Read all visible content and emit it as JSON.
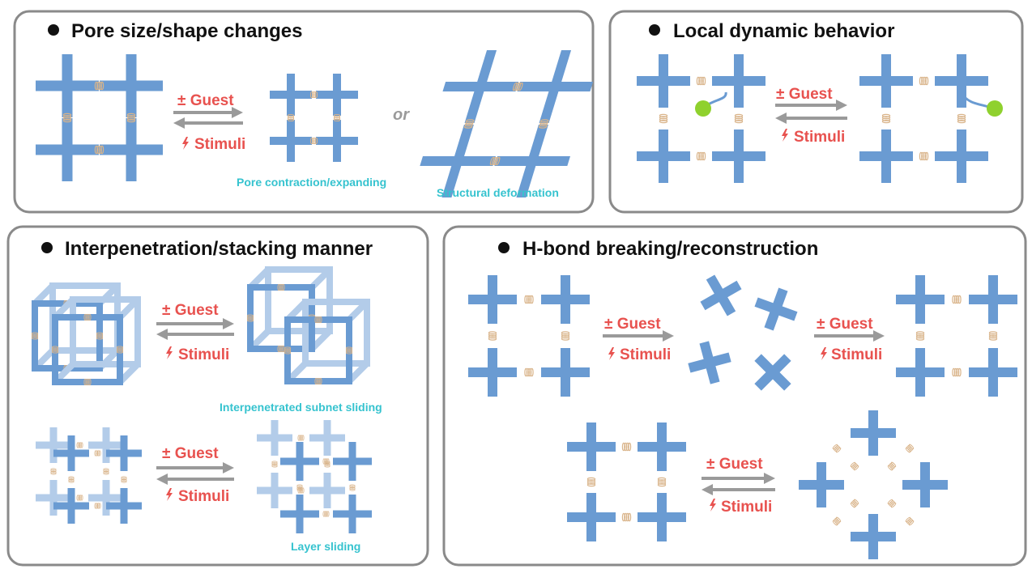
{
  "panels": {
    "pore": {
      "title": "Pore size/shape changes",
      "guest": "± Guest",
      "stimuli": "Stimuli",
      "or": "or",
      "caption_contraction": "Pore contraction/expanding",
      "caption_deformation": "Structural deformation"
    },
    "local": {
      "title": "Local dynamic behavior",
      "guest": "± Guest",
      "stimuli": "Stimuli"
    },
    "interpen": {
      "title": "Interpenetration/stacking manner",
      "guest_top": "± Guest",
      "stimuli_top": "Stimuli",
      "caption_subnet": "Interpenetrated subnet sliding",
      "guest_bottom": "± Guest",
      "stimuli_bottom": "Stimuli",
      "caption_layer": "Layer sliding"
    },
    "hbond": {
      "title": "H-bond breaking/reconstruction",
      "guest_1": "± Guest",
      "stimuli_1": "Stimuli",
      "guest_2": "± Guest",
      "stimuli_2": "Stimuli",
      "guest_3": "± Guest",
      "stimuli_3": "Stimuli"
    }
  },
  "colors": {
    "linker": "#6a9bd2",
    "linker_light": "#b3cce9",
    "hbond": "#e7c8a3",
    "arrow": "#9a9a9a",
    "guest_text": "#e8524f",
    "caption_text": "#36c3cf",
    "pendant_ball": "#8fd12e",
    "panel_border": "#8a8a8a"
  },
  "icons": [
    "bullet-icon",
    "lightning-icon",
    "double-arrow-icon",
    "forward-arrow-icon"
  ]
}
